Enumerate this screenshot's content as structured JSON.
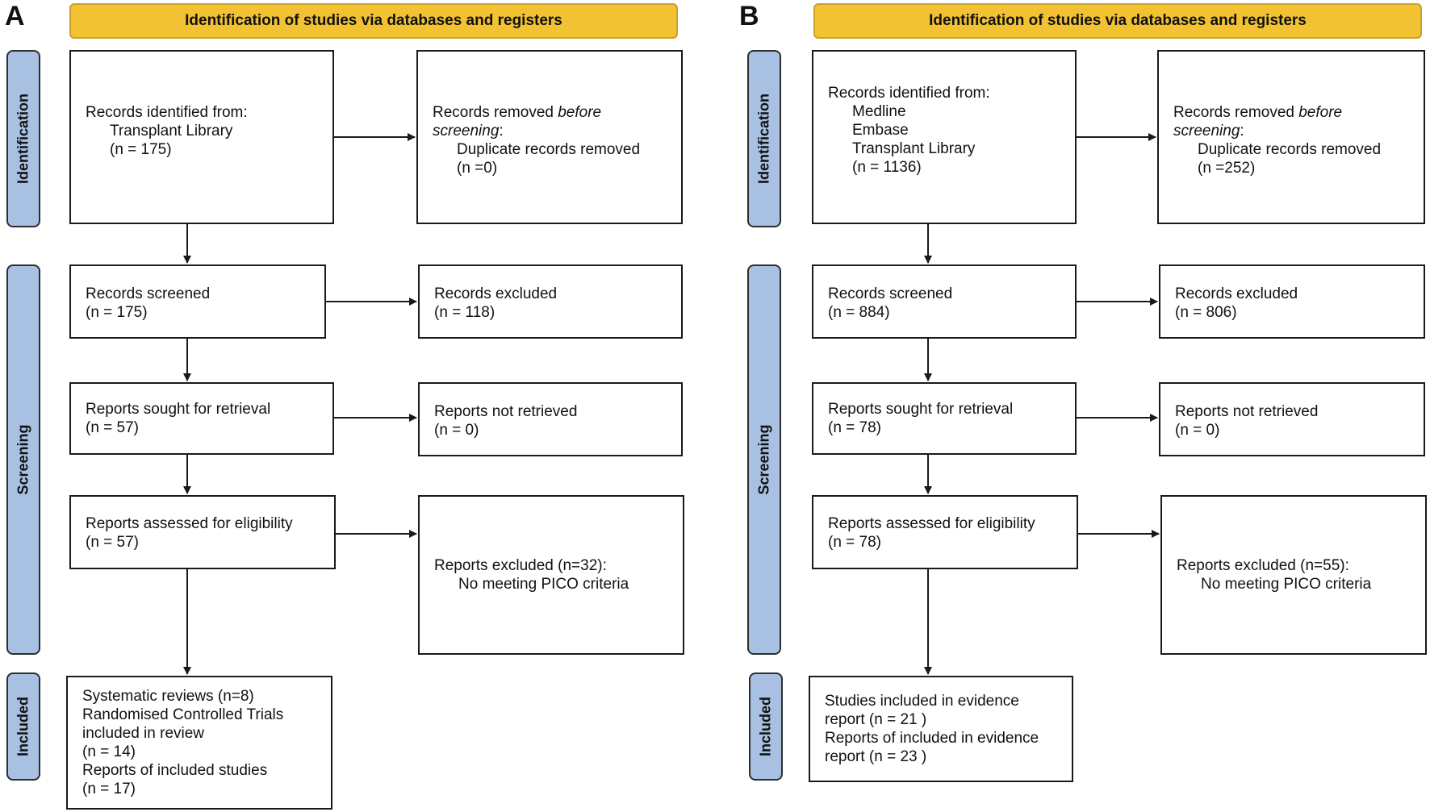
{
  "panels": [
    {
      "label": "A",
      "header": "Identification of studies via databases and registers",
      "phases": {
        "identification": "Identification",
        "screening": "Screening",
        "included": "Included"
      },
      "identified": {
        "title": "Records identified from:",
        "sources": [
          "Transplant Library"
        ],
        "count": "(n = 175)"
      },
      "removed": {
        "title_pre": "Records removed ",
        "title_em": "before",
        "title_em2": "screening",
        "title_post": ":",
        "item": "Duplicate records removed",
        "count": "(n =0)"
      },
      "screened": {
        "title": "Records screened",
        "count": "(n = 175)"
      },
      "excluded": {
        "title": "Records excluded",
        "count": "(n = 118)"
      },
      "sought": {
        "title": "Reports sought for retrieval",
        "count": "(n = 57)"
      },
      "not_retrieved": {
        "title": "Reports not retrieved",
        "count": "(n = 0)"
      },
      "assessed": {
        "title": "Reports assessed for eligibility",
        "count": "(n = 57)"
      },
      "reports_excluded": {
        "title": "Reports excluded (n=32):",
        "reason": "No meeting PICO criteria"
      },
      "included": {
        "lines": [
          "Systematic reviews (n=8)",
          "Randomised Controlled Trials",
          "included in review",
          "(n = 14)",
          "Reports of included studies",
          "(n = 17)"
        ]
      }
    },
    {
      "label": "B",
      "header": "Identification of studies via databases and registers",
      "phases": {
        "identification": "Identification",
        "screening": "Screening",
        "included": "Included"
      },
      "identified": {
        "title": "Records identified from:",
        "sources": [
          "Medline",
          "Embase",
          "Transplant Library"
        ],
        "count": "(n = 1136)"
      },
      "removed": {
        "title_pre": "Records removed ",
        "title_em": "before",
        "title_em2": "screening",
        "title_post": ":",
        "item": "Duplicate records removed",
        "count": "(n =252)"
      },
      "screened": {
        "title": "Records screened",
        "count": "(n = 884)"
      },
      "excluded": {
        "title": "Records excluded",
        "count": "(n = 806)"
      },
      "sought": {
        "title": "Reports sought for retrieval",
        "count": "(n = 78)"
      },
      "not_retrieved": {
        "title": "Reports not retrieved",
        "count": "(n = 0)"
      },
      "assessed": {
        "title": "Reports assessed for eligibility",
        "count": "(n = 78)"
      },
      "reports_excluded": {
        "title": "Reports excluded (n=55):",
        "reason": "No meeting PICO criteria"
      },
      "included": {
        "lines": [
          "Studies included in evidence",
          "report (n = 21 )",
          "Reports of included in evidence",
          "report (n = 23 )"
        ]
      }
    }
  ],
  "colors": {
    "header_fill": "#f2c232",
    "phase_fill": "#a8c1e3",
    "line": "#1a1a1a"
  }
}
